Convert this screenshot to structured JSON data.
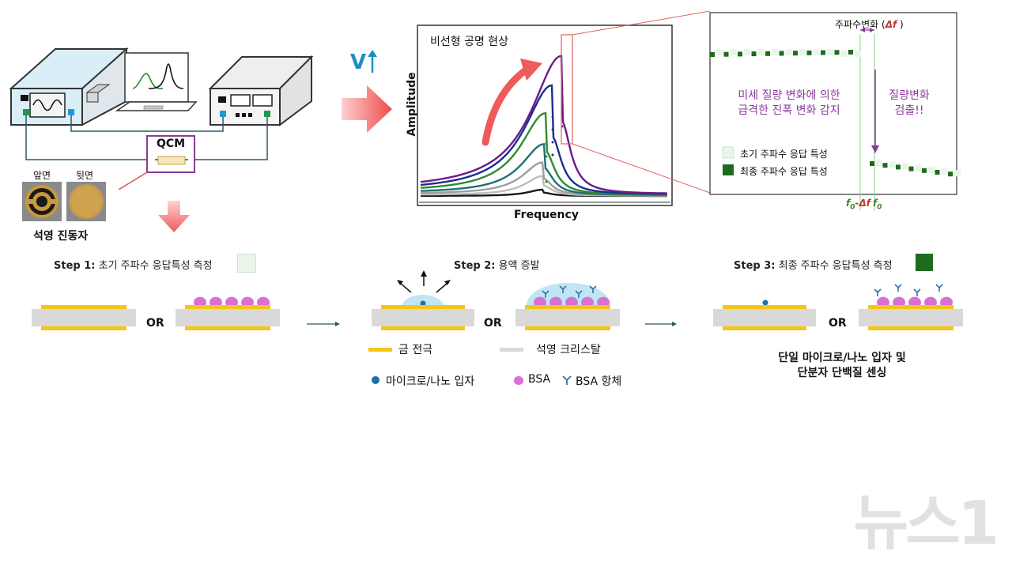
{
  "instrument": {
    "qcm_label": "QCM",
    "front_label": "앞면",
    "back_label": "뒷면",
    "resonator_label": "석영 진동자"
  },
  "v_indicator": "V",
  "chart_data": {
    "type": "line",
    "title": "비선형 공명 현상",
    "xlabel": "Frequency",
    "ylabel": "Amplitude",
    "series_colors": [
      "#1a1a1a",
      "#bdbdbd",
      "#9e9e9e",
      "#1f6f78",
      "#2e8b2e",
      "#1a2f8f",
      "#6a1b8a"
    ]
  },
  "zoom": {
    "delta_label_prefix": "주파수변화 (",
    "delta_symbol": "Δf",
    "delta_label_suffix": " )",
    "detect_text_line1": "미세 질량 변화에 의한",
    "detect_text_line2": "급격한 진폭 변화 감지",
    "mass_text_line1": "질량변화",
    "mass_text_line2": "검출!!",
    "legend_initial": "초기 주파수 응답 특성",
    "legend_final": "최종 주파수 응답 특성",
    "axis_f0_minus": "f",
    "axis_f0_minus_sub": "0",
    "axis_f0_minus_suffix": "-Δf",
    "axis_f0": "f",
    "axis_f0_sub": "0",
    "color_initial": "#e8f5e8",
    "color_final": "#1e6b1e"
  },
  "steps": [
    {
      "prefix": "Step 1:",
      "text": " 초기 주파수 응답특성 측정"
    },
    {
      "prefix": "Step 2:",
      "text": " 용액 증발"
    },
    {
      "prefix": "Step 3:",
      "text": " 최종 주파수 응답특성 측정"
    }
  ],
  "or_label": "OR",
  "legend": {
    "gold": "금 전극",
    "quartz": "석영 크리스탈",
    "particle": "마이크로/나노 입자",
    "bsa": "BSA",
    "antibody": "BSA 항체"
  },
  "result_text_line1": "단일 마이크로/나노 입자 및",
  "result_text_line2": "단분자 단백질 센싱",
  "watermark": "뉴스1"
}
